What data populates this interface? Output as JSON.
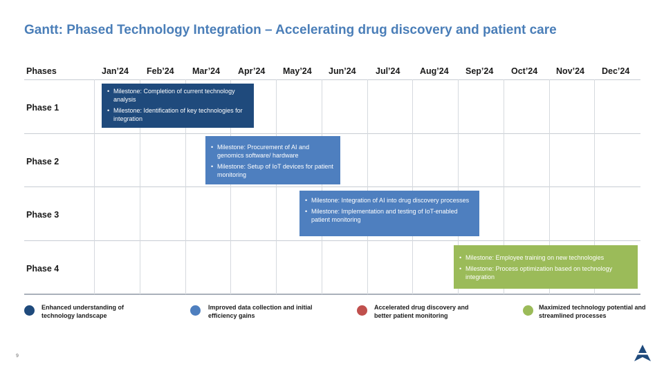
{
  "title": "Gantt: Phased Technology Integration – Accelerating drug discovery and patient care",
  "header": {
    "phases_label": "Phases",
    "months": [
      "Jan’24",
      "Feb’24",
      "Mar’24",
      "Apr’24",
      "May’24",
      "Jun’24",
      "Jul’24",
      "Aug’24",
      "Sep’24",
      "Oct’24",
      "Nov’24",
      "Dec’24"
    ]
  },
  "phases": [
    {
      "label": "Phase 1",
      "color": "#1f4a7c",
      "milestones": [
        "Milestone: Completion of current technology analysis",
        "Milestone: Identification of key technologies for integration"
      ]
    },
    {
      "label": "Phase 2",
      "color": "#4e7fbf",
      "milestones": [
        "Milestone: Procurement of AI and genomics software/ hardware",
        "Milestone: Setup of IoT devices for patient monitoring"
      ]
    },
    {
      "label": "Phase 3",
      "color": "#4e7fbf",
      "milestones": [
        "Milestone: Integration of AI into drug discovery processes",
        "Milestone: Implementation and testing of IoT-enabled patient monitoring"
      ]
    },
    {
      "label": "Phase 4",
      "color": "#9bbb59",
      "milestones": [
        "Milestone: Employee training on new technologies",
        "Milestone: Process optimization based on technology integration"
      ]
    }
  ],
  "legend": [
    {
      "color": "#1f4a7c",
      "text": "Enhanced understanding of technology landscape"
    },
    {
      "color": "#4e7fbf",
      "text": "Improved data collection and initial efficiency gains"
    },
    {
      "color": "#c0504d",
      "text": "Accelerated drug discovery and better patient monitoring"
    },
    {
      "color": "#9bbb59",
      "text": "Maximized technology potential and streamlined processes"
    }
  ],
  "page_number": "9",
  "logo_icon": "triangle-logo-icon"
}
